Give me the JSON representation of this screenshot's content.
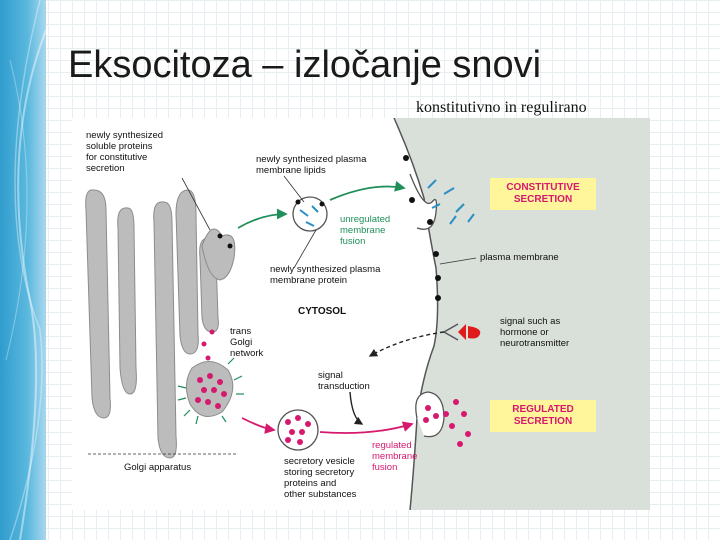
{
  "slide": {
    "title": "Eksocitoza – izločanje snovi",
    "subtitle": "konstitutivno in regulirano"
  },
  "figure": {
    "labels": {
      "soluble_proteins": "newly synthesized\nsoluble proteins\nfor constitutive\nsecretion",
      "membrane_lipids": "newly synthesized plasma\nmembrane lipids",
      "unregulated_fusion": "unregulated\nmembrane\nfusion",
      "membrane_protein": "newly synthesized plasma\nmembrane protein",
      "cytosol": "CYTOSOL",
      "trans_golgi": "trans\nGolgi\nnetwork",
      "signal_transduction": "signal\ntransduction",
      "plasma_membrane": "plasma membrane",
      "signal_hormone": "signal such as\nhormone or\nneurotransmitter",
      "golgi_apparatus": "Golgi apparatus",
      "secretory_vesicle": "secretory vesicle\nstoring secretory\nproteins and\nother substances",
      "regulated_fusion": "regulated\nmembrane\nfusion"
    },
    "boxes": {
      "constitutive": "CONSTITUTIVE\nSECRETION",
      "regulated": "REGULATED\nSECRETION"
    },
    "colors": {
      "extracellular": "#d9dfd9",
      "golgi": "#bcbcbc",
      "pink": "#d6186e",
      "green": "#1f8f5a",
      "blue": "#2a8fc4",
      "yellow": "#fff59a",
      "red": "#e01b1b"
    }
  }
}
